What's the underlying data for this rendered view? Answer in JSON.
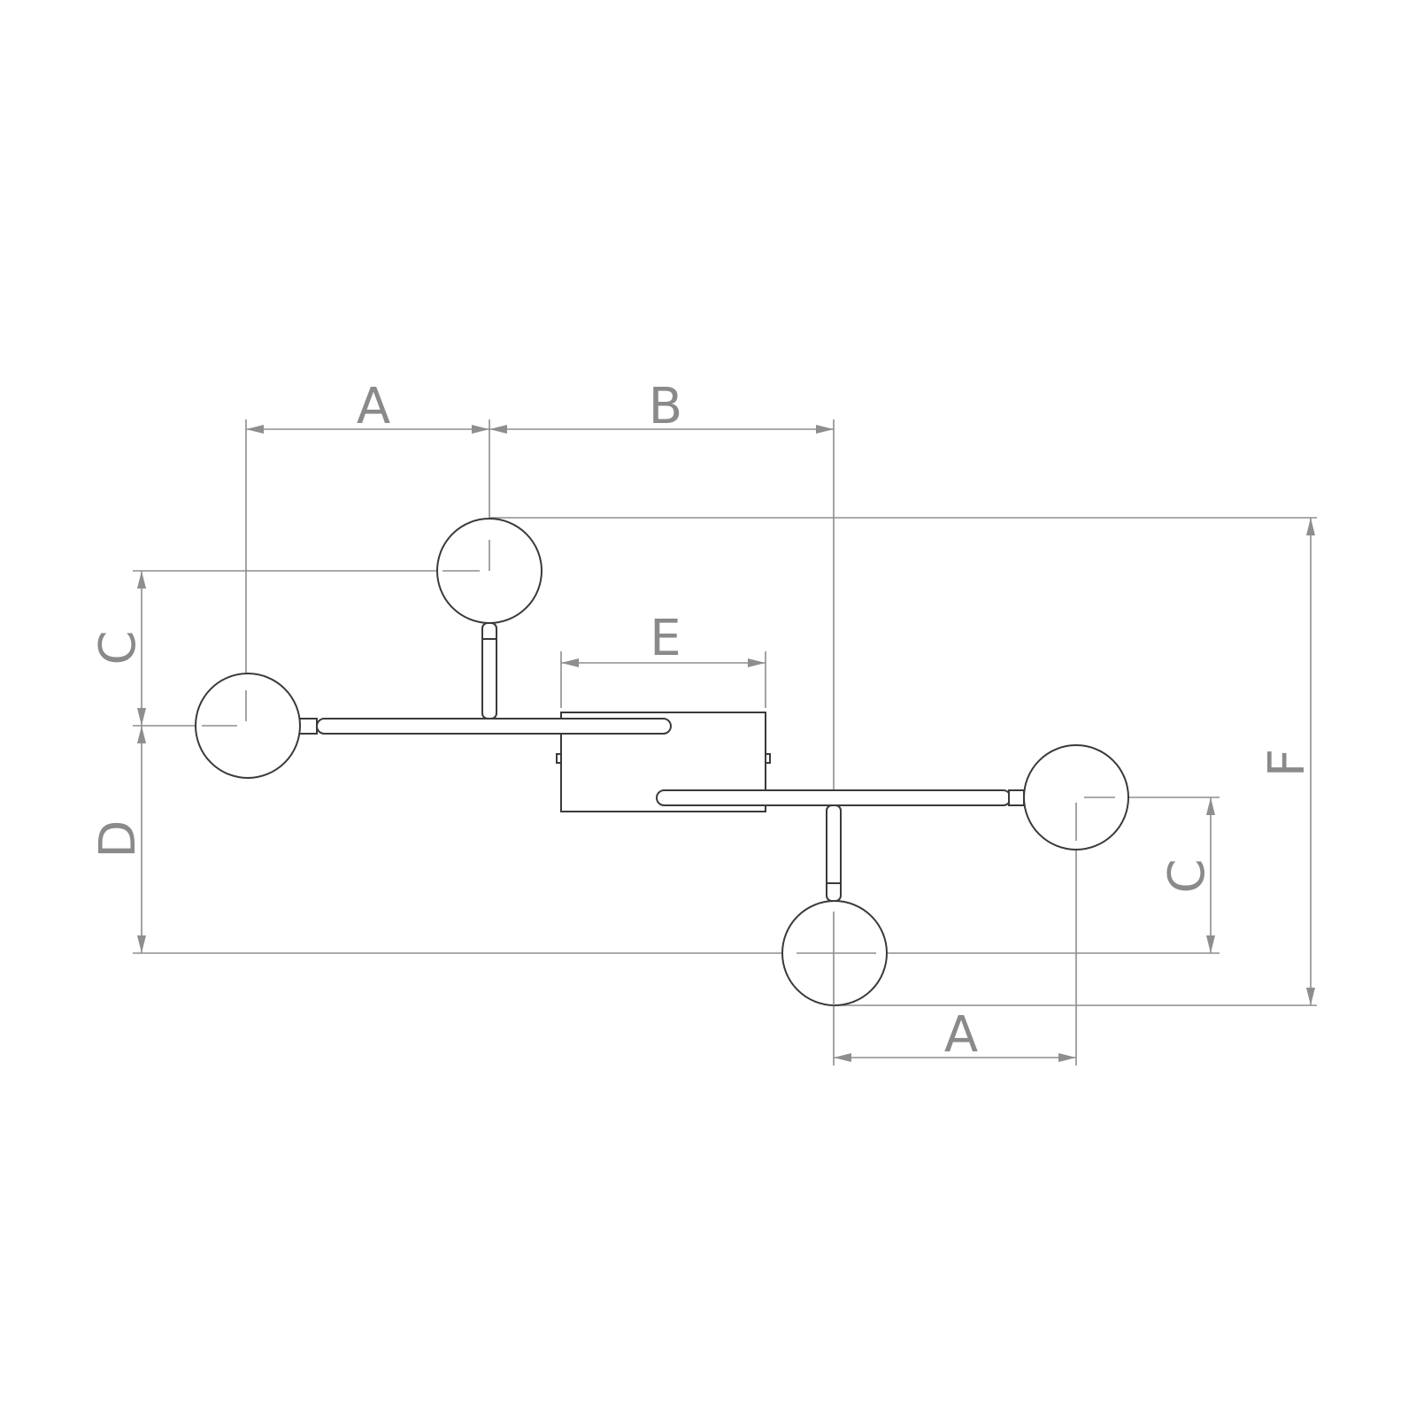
{
  "diagram": {
    "labels": {
      "a_top": "A",
      "b": "B",
      "c_left": "C",
      "d": "D",
      "e": "E",
      "f": "F",
      "c_right": "C",
      "a_bottom": "A"
    },
    "colors": {
      "line": "#3a3a3a",
      "dimension": "#8e8e8e",
      "label": "#8a8a8a",
      "background": "#ffffff"
    }
  }
}
